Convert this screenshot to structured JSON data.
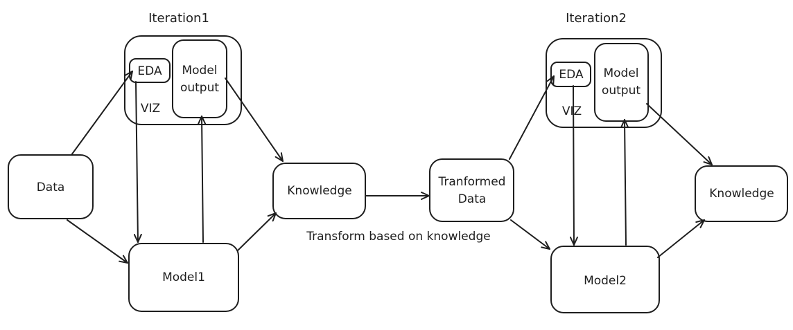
{
  "diagram": {
    "iteration1": {
      "title": "Iteration1",
      "eda": "EDA",
      "model_output_line1": "Model",
      "model_output_line2": "output",
      "viz": "VIZ",
      "data": "Data",
      "model": "Model1",
      "knowledge": "Knowledge"
    },
    "transformed_line1": "Tranformed",
    "transformed_line2": "Data",
    "transform_note": "Transform based on knowledge",
    "iteration2": {
      "title": "Iteration2",
      "eda": "EDA",
      "model_output_line1": "Model",
      "model_output_line2": "output",
      "viz": "VIZ",
      "model": "Model2",
      "knowledge": "Knowledge"
    },
    "colors": {
      "stroke": "#1e1e1e",
      "background": "#ffffff"
    }
  }
}
